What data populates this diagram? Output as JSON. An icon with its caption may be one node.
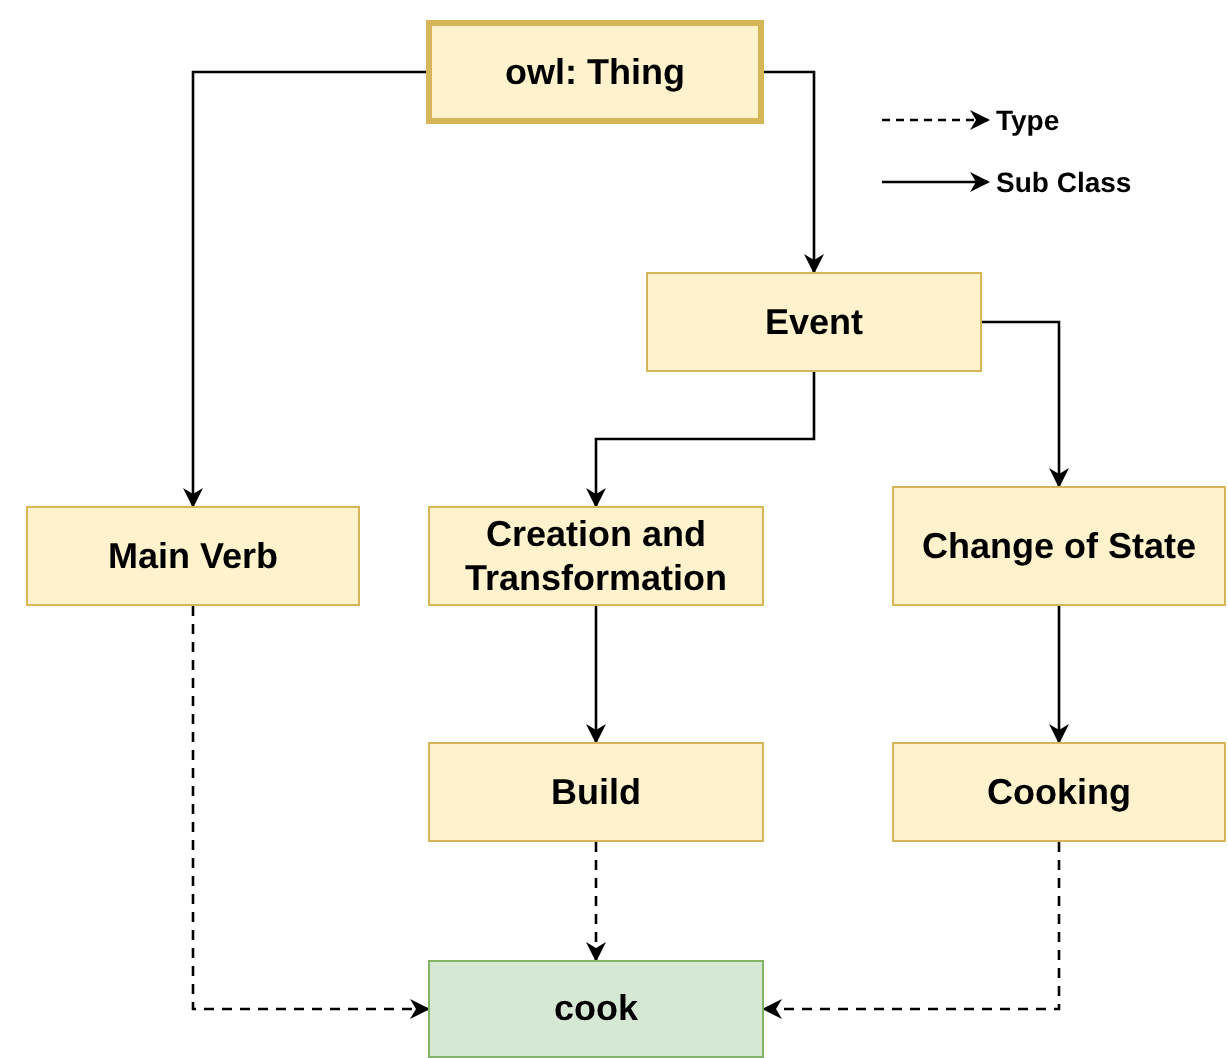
{
  "diagram": {
    "nodes": [
      {
        "text": [
          "owl: Thing"
        ]
      },
      {
        "text": [
          "Event"
        ]
      },
      {
        "text": [
          "Main Verb"
        ]
      },
      {
        "text": [
          "Creation and Transformation"
        ]
      },
      {
        "text": [
          "Change of State"
        ]
      },
      {
        "text": [
          "Build"
        ]
      },
      {
        "text": [
          "Cooking"
        ]
      },
      {
        "text": [
          "cook"
        ]
      }
    ],
    "edges": [
      {
        "from": 0,
        "to": 2,
        "arrow": "to"
      },
      {
        "from": 0,
        "to": 1,
        "arrow": "to"
      },
      {
        "from": 1,
        "to": 3,
        "arrow": "to"
      },
      {
        "from": 1,
        "to": 4,
        "arrow": "to"
      },
      {
        "from": 3,
        "to": 5,
        "arrow": "to"
      },
      {
        "from": 4,
        "to": 6,
        "arrow": "to"
      },
      {
        "from": 2,
        "to": 7,
        "arrow": "to",
        "style": "dashed"
      },
      {
        "from": 5,
        "to": 7,
        "arrow": "to",
        "style": "dashed"
      },
      {
        "from": 6,
        "to": 7,
        "arrow": "to",
        "style": "dashed"
      }
    ],
    "legend": [
      {
        "text": "Type"
      },
      {
        "text": "Sub Class"
      }
    ]
  }
}
